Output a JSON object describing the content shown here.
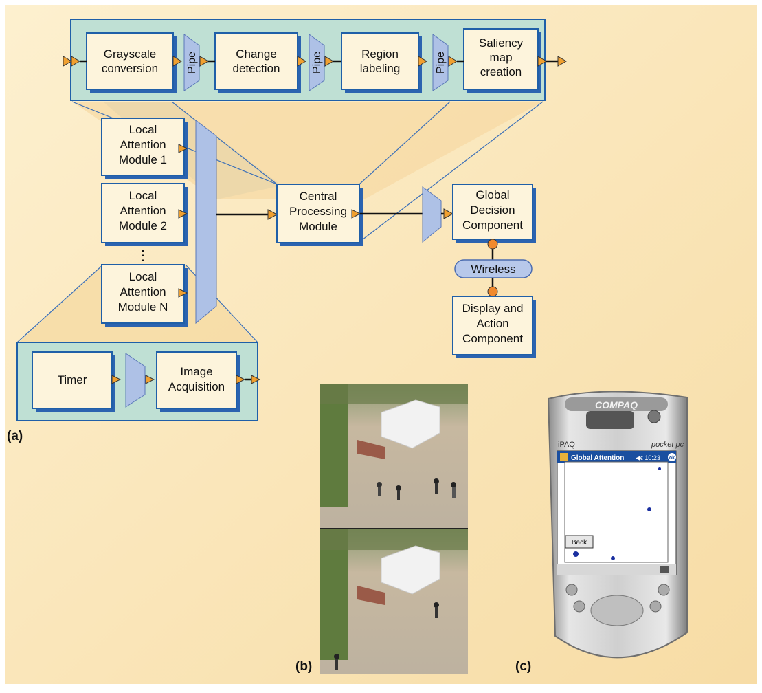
{
  "diagram": {
    "pipeline": {
      "stages": [
        {
          "id": "grayscale",
          "lines": [
            "Grayscale",
            "conversion"
          ]
        },
        {
          "id": "change",
          "lines": [
            "Change",
            "detection"
          ]
        },
        {
          "id": "region",
          "lines": [
            "Region",
            "labeling"
          ]
        },
        {
          "id": "saliency",
          "lines": [
            "Saliency",
            "map",
            "creation"
          ]
        }
      ],
      "pipe_label": "Pipe"
    },
    "local_modules": [
      {
        "lines": [
          "Local",
          "Attention",
          "Module 1"
        ]
      },
      {
        "lines": [
          "Local",
          "Attention",
          "Module 2"
        ]
      },
      {
        "lines": [
          "Local",
          "Attention",
          "Module N"
        ]
      }
    ],
    "ellipsis": "⋮",
    "central": {
      "lines": [
        "Central",
        "Processing",
        "Module"
      ]
    },
    "global": {
      "lines": [
        "Global",
        "Decision",
        "Component"
      ]
    },
    "wireless": "Wireless",
    "display": {
      "lines": [
        "Display and",
        "Action",
        "Component"
      ]
    },
    "acquisition": {
      "timer": "Timer",
      "image": [
        "Image",
        "Acquisition"
      ]
    }
  },
  "captions": {
    "a": "(a)",
    "b": "(b)",
    "c": "(c)"
  },
  "pda": {
    "brand": "COMPAQ",
    "model": "iPAQ",
    "platform": "pocket pc",
    "app_title": "Global Attention",
    "status": "◀ϵ 10:23",
    "ok": "ok",
    "back_button": "Back"
  },
  "colors": {
    "background": "#fbe6b4",
    "panel": "#bfe0d4",
    "box_fill": "#fdf4dc",
    "box_border": "#1f5fa8",
    "pipe": "#aec1e6",
    "arrow": "#f0a030"
  }
}
